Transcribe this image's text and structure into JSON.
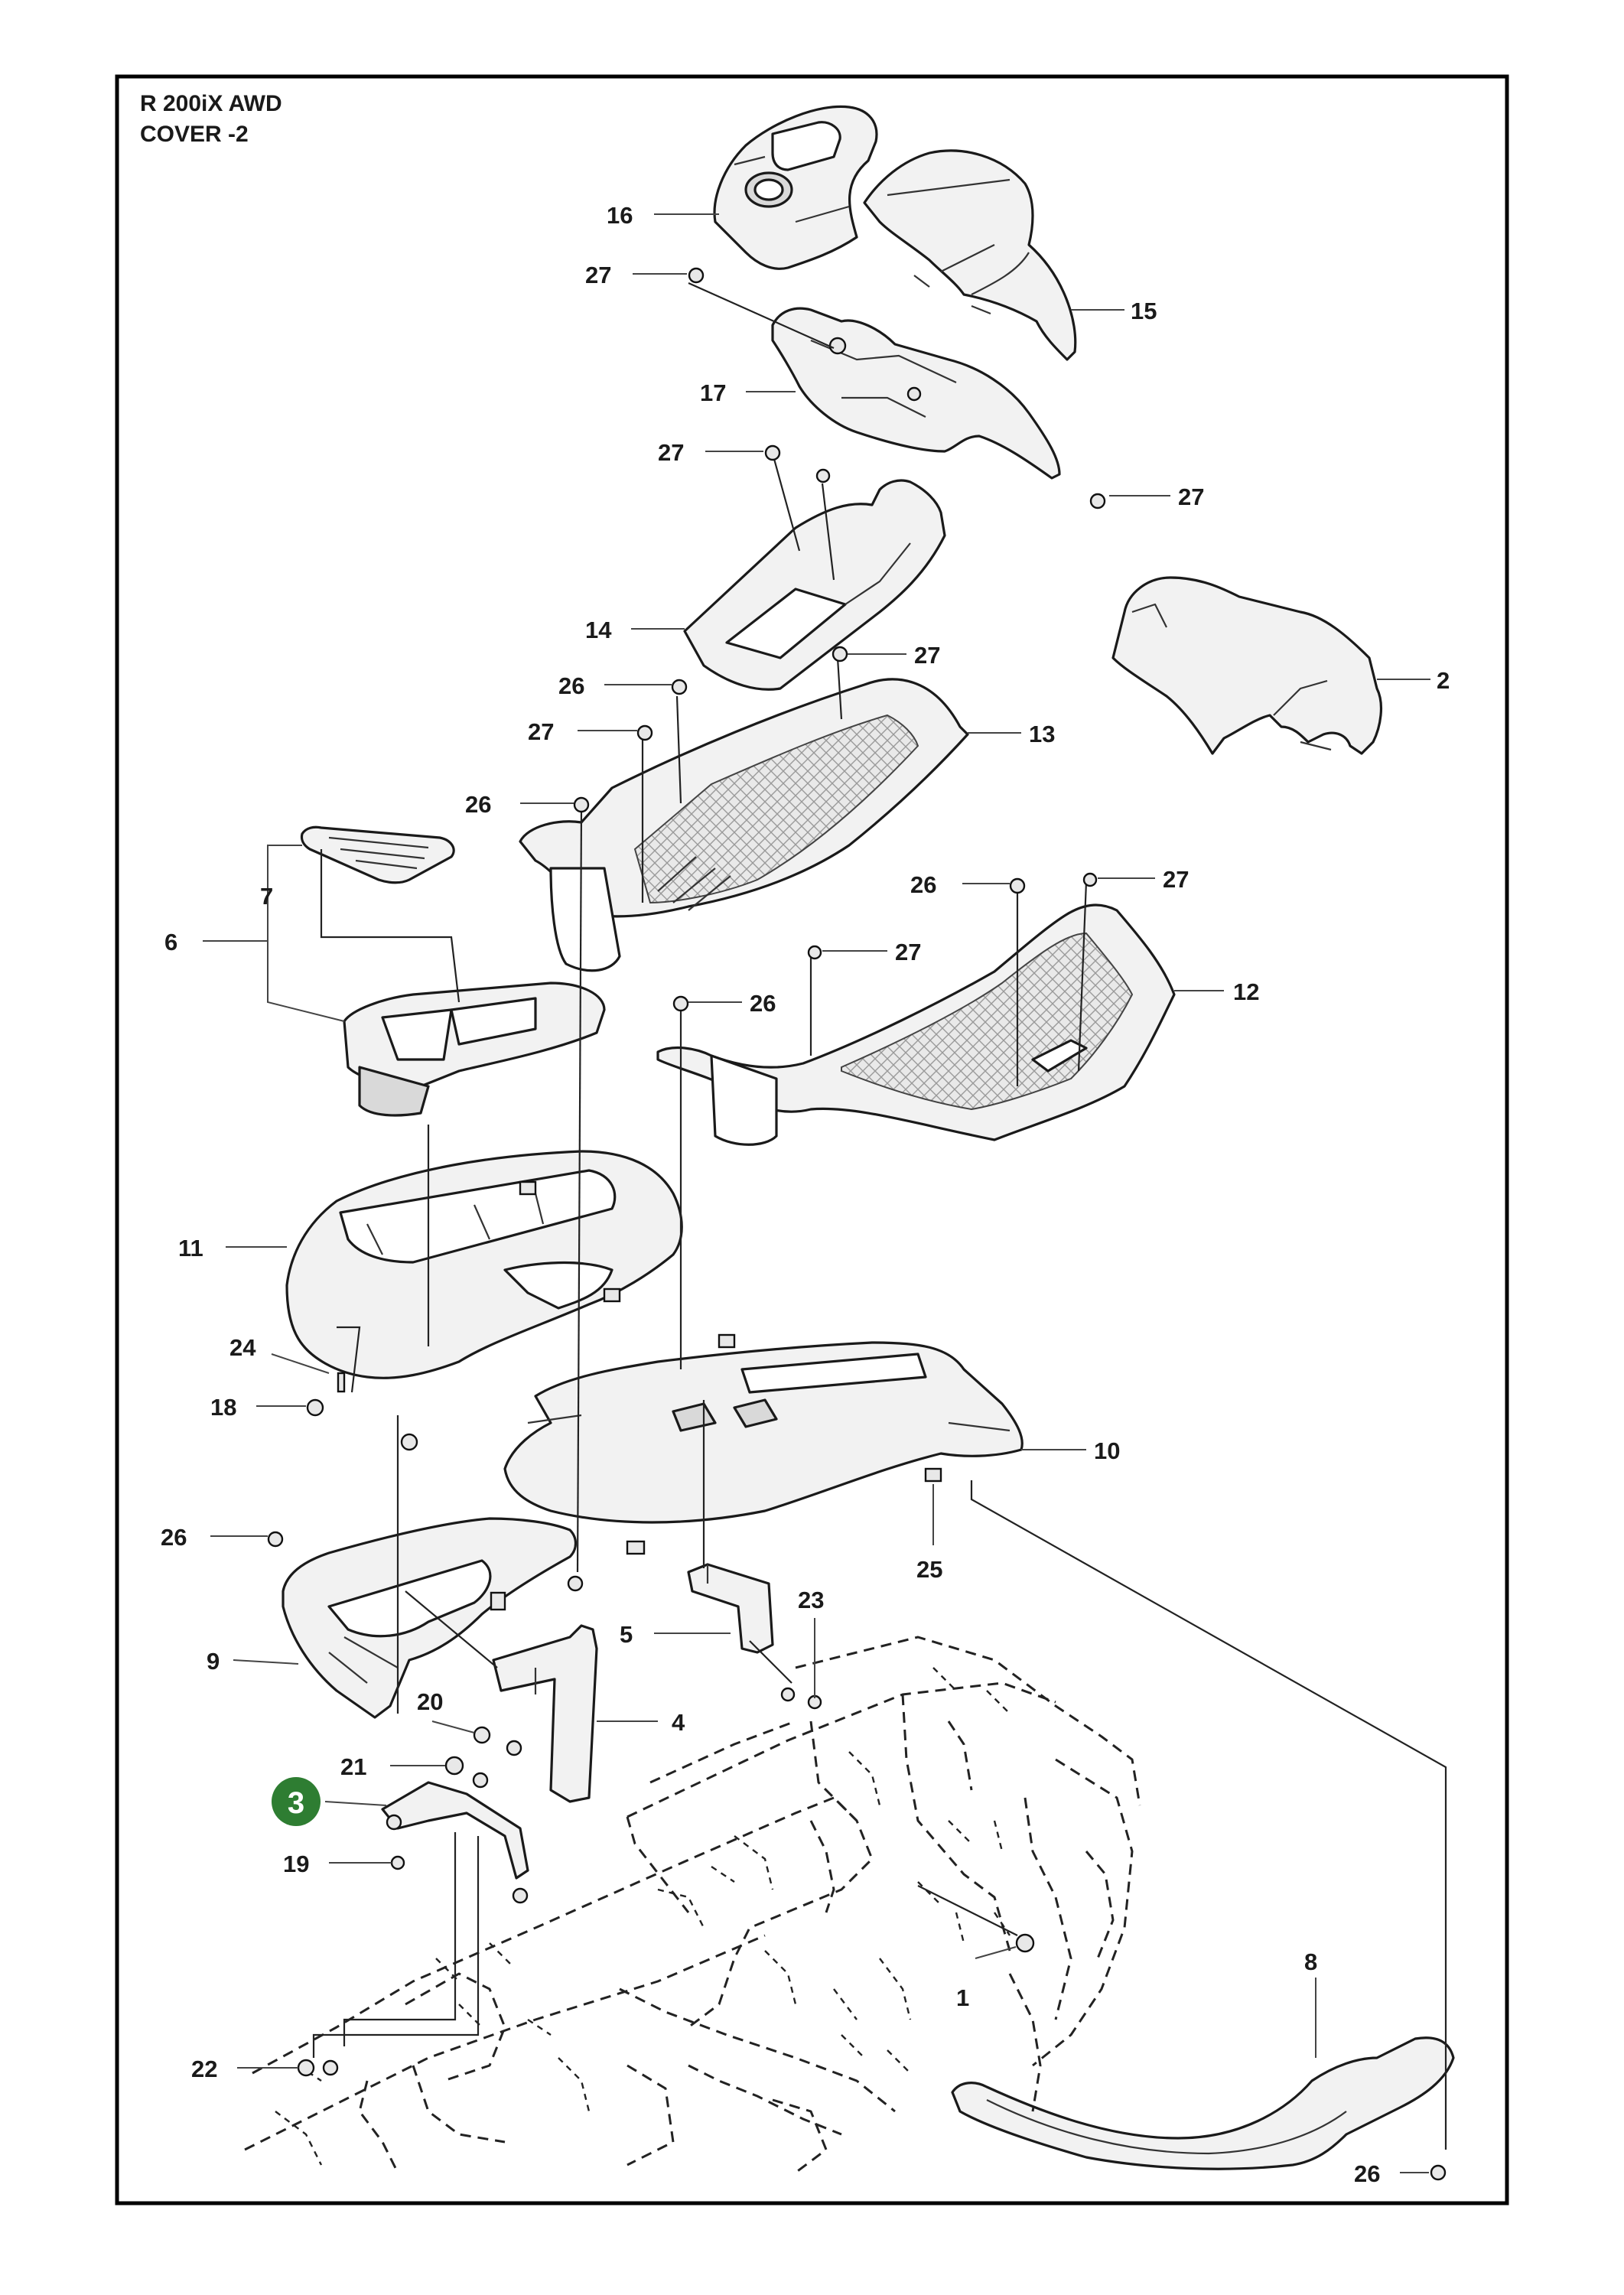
{
  "header": {
    "model": "R 200iX AWD",
    "section": "COVER -2"
  },
  "highlight": {
    "label": "3",
    "color": "#2e7d32"
  },
  "callouts": {
    "c16": "16",
    "c27a": "27",
    "c15": "15",
    "c17": "17",
    "c27b": "27",
    "c27c": "27",
    "c2": "2",
    "c14": "14",
    "c27d": "27",
    "c26a": "26",
    "c13": "13",
    "c27e": "27",
    "c26b": "26",
    "c7": "7",
    "c26c": "26",
    "c27f": "27",
    "c6": "6",
    "c27g": "27",
    "c26d": "26",
    "c12": "12",
    "c11": "11",
    "c24": "24",
    "c18": "18",
    "c10": "10",
    "c25": "25",
    "c26e": "26",
    "c23": "23",
    "c5": "5",
    "c9": "9",
    "c20": "20",
    "c4": "4",
    "c21": "21",
    "c19": "19",
    "c1": "1",
    "c8": "8",
    "c22": "22",
    "c26f": "26"
  }
}
